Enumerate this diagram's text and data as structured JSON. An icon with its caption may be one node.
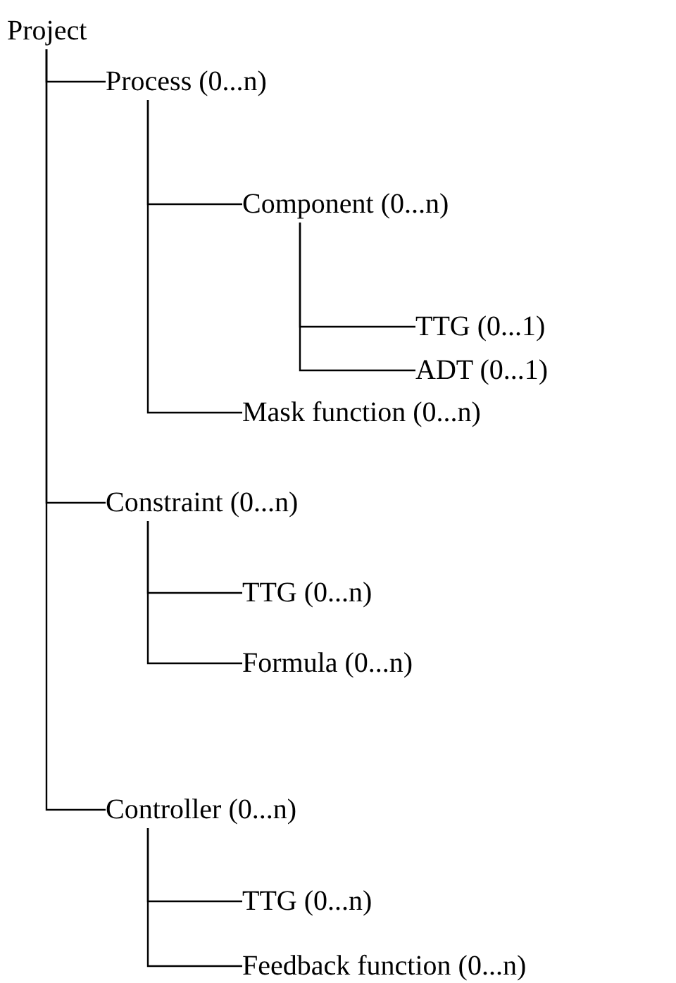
{
  "diagram": {
    "nodes": [
      {
        "text": [
          "Project"
        ]
      },
      {
        "text": [
          "Process (0...n)"
        ]
      },
      {
        "text": [
          "Component (0...n)"
        ]
      },
      {
        "text": [
          "TTG (0...1)"
        ]
      },
      {
        "text": [
          "ADT (0...1)"
        ]
      },
      {
        "text": [
          "Mask function (0...n)"
        ]
      },
      {
        "text": [
          "Constraint (0...n)"
        ]
      },
      {
        "text": [
          "TTG (0...n)"
        ]
      },
      {
        "text": [
          "Formula (0...n)"
        ]
      },
      {
        "text": [
          "Controller (0...n)"
        ]
      },
      {
        "text": [
          "TTG (0...n)"
        ]
      },
      {
        "text": [
          "Feedback function (0...n)"
        ]
      }
    ],
    "edges": [
      {
        "from": 0,
        "to": 1,
        "arrow": "none"
      },
      {
        "from": 1,
        "to": 2,
        "arrow": "none"
      },
      {
        "from": 2,
        "to": 3,
        "arrow": "none"
      },
      {
        "from": 2,
        "to": 4,
        "arrow": "none"
      },
      {
        "from": 1,
        "to": 5,
        "arrow": "none"
      },
      {
        "from": 0,
        "to": 6,
        "arrow": "none"
      },
      {
        "from": 6,
        "to": 7,
        "arrow": "none"
      },
      {
        "from": 6,
        "to": 8,
        "arrow": "none"
      },
      {
        "from": 0,
        "to": 9,
        "arrow": "none"
      },
      {
        "from": 9,
        "to": 10,
        "arrow": "none"
      },
      {
        "from": 9,
        "to": 11,
        "arrow": "none"
      }
    ]
  }
}
